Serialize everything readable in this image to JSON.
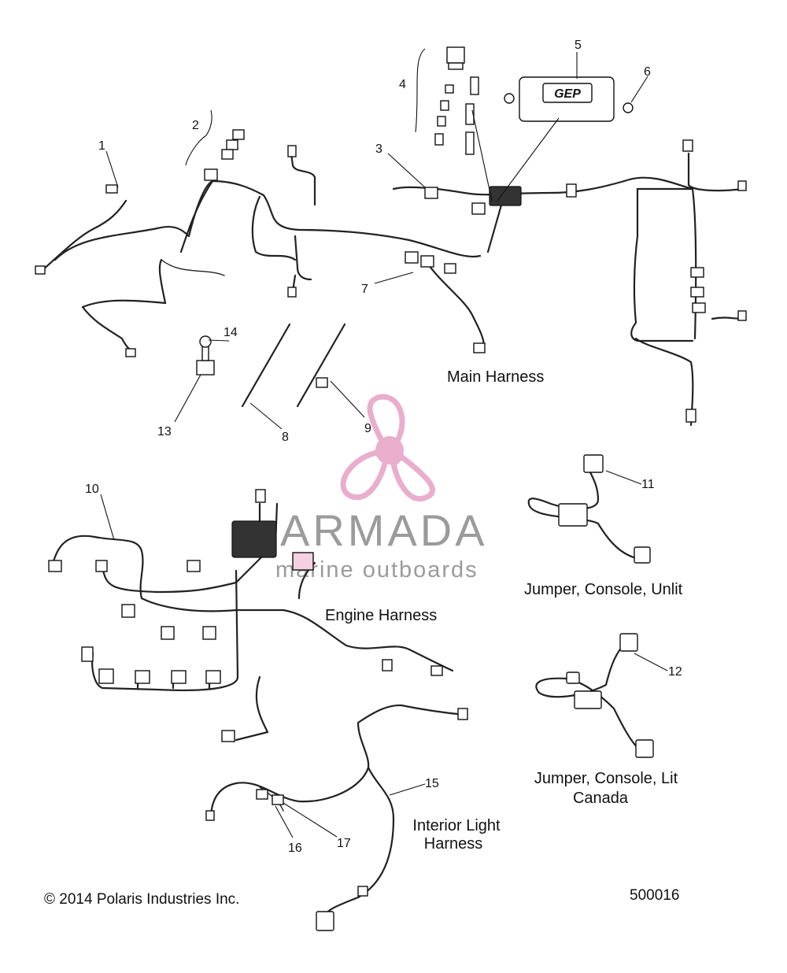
{
  "callouts": {
    "c1": "1",
    "c2": "2",
    "c3": "3",
    "c4": "4",
    "c5": "5",
    "c6": "6",
    "c7": "7",
    "c8": "8",
    "c9": "9",
    "c10": "10",
    "c11": "11",
    "c12": "12",
    "c13": "13",
    "c14": "14",
    "c15": "15",
    "c16": "16",
    "c17": "17"
  },
  "labels": {
    "main_harness": "Main Harness",
    "engine_harness": "Engine Harness",
    "jumper_unlit": "Jumper, Console, Unlit",
    "jumper_lit_line1": "Jumper, Console, Lit",
    "jumper_lit_line2": "Canada",
    "interior_line1": "Interior Light",
    "interior_line2": "Harness"
  },
  "module_text": "GEP",
  "watermark": {
    "brand": "ARMADA",
    "tagline": "marine outboards",
    "logo_color": "#e8a6c8",
    "text_color": "#8a8a8a"
  },
  "footer": {
    "copyright": "© 2014 Polaris Industries Inc.",
    "diagram_id": "500016"
  }
}
